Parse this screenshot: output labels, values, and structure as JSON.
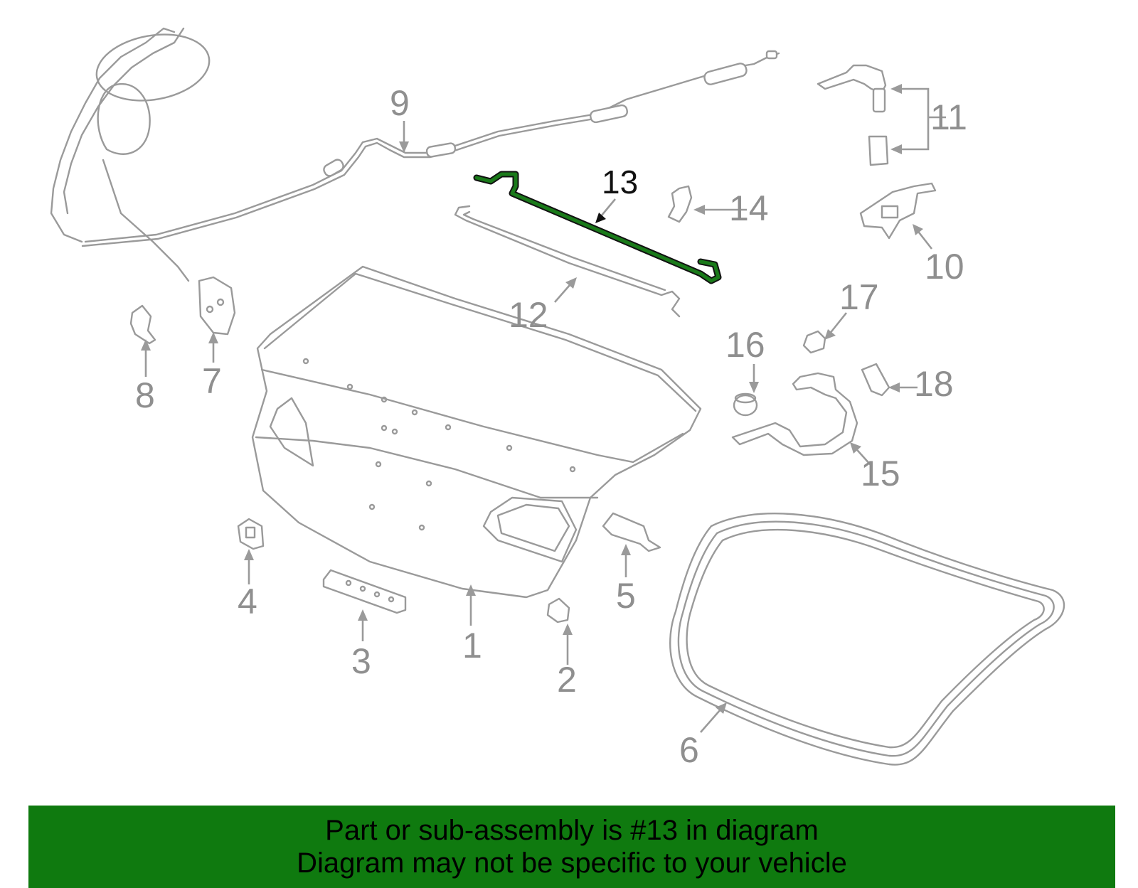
{
  "diagram": {
    "highlight_color": "#1a7a1a",
    "line_color": "#9a9a9a",
    "highlighted_part": "13",
    "callouts": [
      "1",
      "2",
      "3",
      "4",
      "5",
      "6",
      "7",
      "8",
      "9",
      "10",
      "11",
      "12",
      "13",
      "14",
      "15",
      "16",
      "17",
      "18"
    ]
  },
  "banner": {
    "background": "#0f7a0f",
    "line1": "Part or sub-assembly is #13 in diagram",
    "line2": "Diagram may not be specific to your vehicle"
  }
}
